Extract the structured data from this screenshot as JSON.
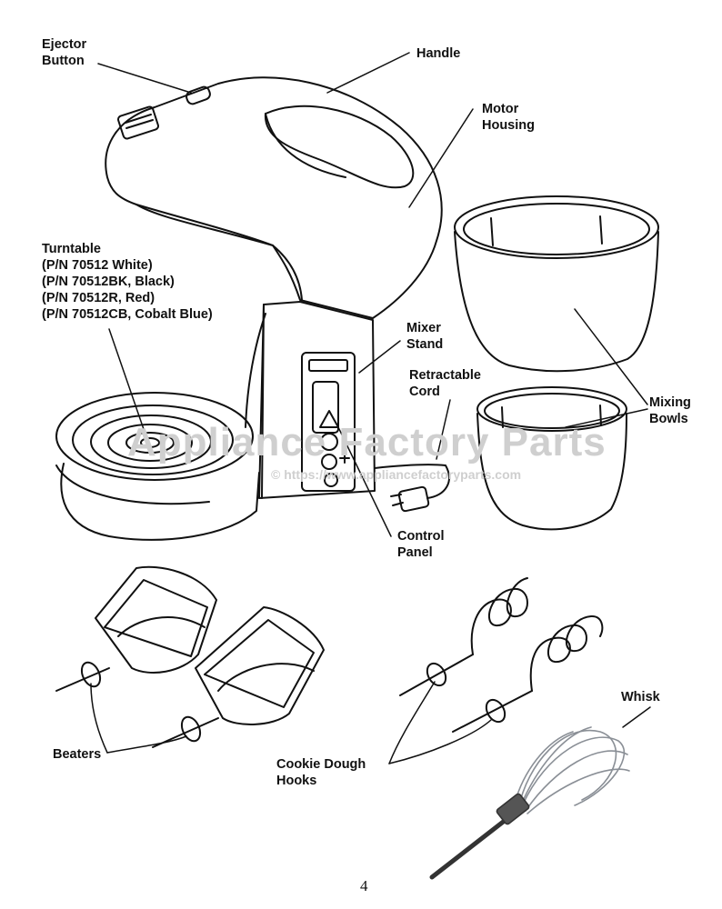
{
  "labels": {
    "ejector_button": [
      "Ejector",
      "Button"
    ],
    "handle": [
      "Handle"
    ],
    "motor_housing": [
      "Motor",
      "Housing"
    ],
    "turntable": [
      "Turntable",
      "(P/N 70512 White)",
      "(P/N 70512BK, Black)",
      "(P/N 70512R, Red)",
      "(P/N 70512CB, Cobalt Blue)"
    ],
    "mixer_stand": [
      "Mixer",
      "Stand"
    ],
    "retractable_cord": [
      "Retractable",
      "Cord"
    ],
    "mixing_bowls": [
      "Mixing",
      "Bowls"
    ],
    "control_panel": [
      "Control",
      "Panel"
    ],
    "beaters": [
      "Beaters"
    ],
    "cookie_dough_hooks": [
      "Cookie Dough",
      "Hooks"
    ],
    "whisk": [
      "Whisk"
    ]
  },
  "watermark": {
    "main": "Appliance Factory Parts",
    "url": "© https://www.appliancefactoryparts.com"
  },
  "page_number": "4",
  "colors": {
    "line": "#111111",
    "watermark": "#cfcfcf",
    "whisk_metal": "#8a8f96"
  }
}
